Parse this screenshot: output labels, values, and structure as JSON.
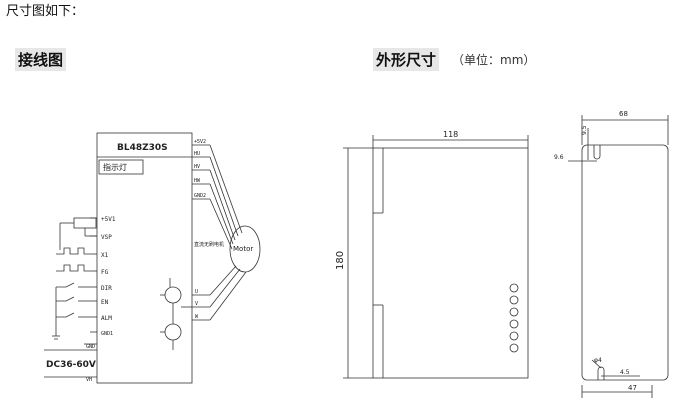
{
  "intro_text": "尺寸图如下：",
  "sections": {
    "wiring_title": "接线图",
    "dims_title": "外形尺寸",
    "dims_unit_note": "（单位：mm）"
  },
  "wiring": {
    "driver_model": "BL48Z30S",
    "indicator_label": "指示灯",
    "left_pins": [
      "+5V1",
      "VSP",
      "X1",
      "FG",
      "DIR",
      "EN",
      "ALM",
      "GND1"
    ],
    "right_pins": [
      "+5V2",
      "HU",
      "HV",
      "HW",
      "GND2"
    ],
    "motor_type_label": "直流无刷电机",
    "motor_label": "Motor",
    "phase_pins": [
      "U",
      "V",
      "W"
    ],
    "power_pins": [
      "GND",
      "DC36-60V",
      "VH"
    ],
    "power_label": "DC36-60V"
  },
  "dimensions": {
    "front_width": "118",
    "front_height": "180",
    "side_width_top": "68",
    "side_hole_offset_v": "9.5",
    "side_hole_offset_h": "9.6",
    "side_hole_dia": "φ4",
    "side_bottom_hole_offset": "4.5",
    "side_width_bottom": "47"
  }
}
